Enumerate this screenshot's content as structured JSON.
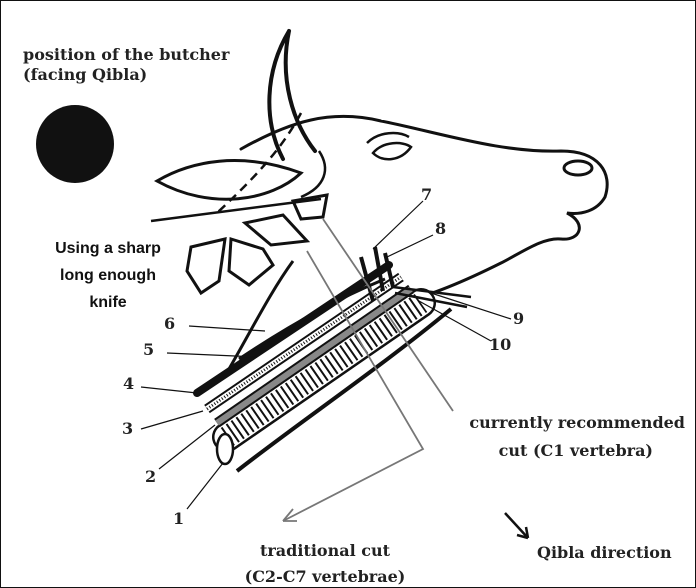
{
  "butcher": {
    "line1": "position of the butcher",
    "line2": "(facing Qibla)"
  },
  "knife": {
    "line1": "Using a sharp",
    "line2": "long enough",
    "line3": "knife"
  },
  "recommended": {
    "line1": "currently recommended",
    "line2": "cut (C1 vertebra)"
  },
  "traditional": {
    "line1": "traditional cut",
    "line2": "(C2-C7 vertebrae)"
  },
  "qibla": {
    "label": "Qibla direction",
    "arrow_icon": "arrow-down-right-icon"
  },
  "numbers": [
    "1",
    "2",
    "3",
    "4",
    "5",
    "6",
    "7",
    "8",
    "9",
    "10"
  ],
  "colors": {
    "ink": "#111111",
    "background": "#ffffff"
  }
}
